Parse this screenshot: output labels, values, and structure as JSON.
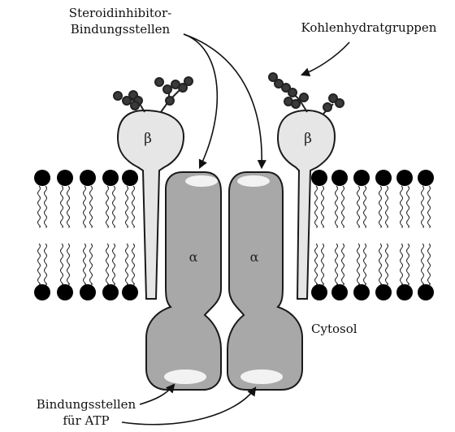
{
  "labels": {
    "steroid_line1": "Steroidinhibitor-",
    "steroid_line2": "Bindungsstellen",
    "carbohydrate": "Kohlenhydratgruppen",
    "cytosol": "Cytosol",
    "atp_line1": "Bindungsstellen",
    "atp_line2": "für ATP",
    "beta_left": "β",
    "beta_right": "β",
    "alpha_left": "α",
    "alpha_right": "α"
  },
  "colors": {
    "alpha_subunit": "#a8a8a8",
    "beta_subunit": "#e6e6e6",
    "binding_site": "#f2f2f2",
    "lipid_head": "#000000",
    "sugar_bead": "#3a3a3a",
    "outline": "#1a1a1a"
  }
}
